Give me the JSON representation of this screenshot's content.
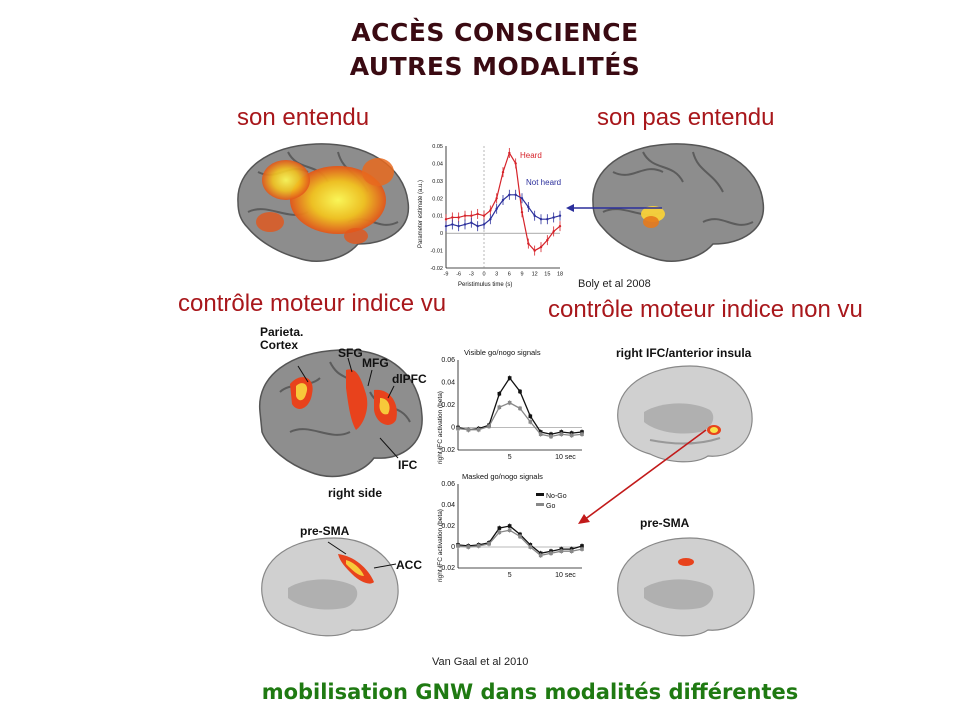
{
  "title": {
    "line1": "ACCÈS CONSCIENCE",
    "line2": "AUTRES MODALITÉS"
  },
  "captions": {
    "heard": "son entendu",
    "not_heard": "son pas entendu",
    "motor_seen": "contrôle moteur indice vu",
    "motor_unseen": "contrôle moteur indice non vu"
  },
  "citations": {
    "boly": "Boly et al 2008",
    "vangaal": "Van Gaal et al 2010"
  },
  "brain_labels": {
    "parietal": "Parieta. Cortex",
    "sfg": "SFG",
    "mfg": "MFG",
    "dlpfc": "dlPFC",
    "ifc": "IFC",
    "right_side": "right side",
    "pre_sma_left": "pre-SMA",
    "acc": "ACC",
    "right_ifc": "right IFC/anterior insula",
    "pre_sma_right": "pre-SMA"
  },
  "chart_top": {
    "ylabel": "Parameter estimate (a.u.)",
    "xlabel": "Peristimulus time (s)",
    "yticks": [
      "0.05",
      "0.04",
      "0.03",
      "0.02",
      "0.01",
      "0",
      "-0.01",
      "-0.02"
    ],
    "xticks": [
      "-9",
      "-6",
      "-3",
      "0",
      "3",
      "6",
      "9",
      "12",
      "15",
      "18"
    ],
    "legend_heard": "Heard",
    "legend_not_heard": "Not heard"
  },
  "chart_mid": {
    "title": "Visible go/nogo signals",
    "ylabel": "right IFC activation (beta)",
    "yticks": [
      "0.06",
      "0.04",
      "0.02",
      "0",
      "-0.02"
    ],
    "xticks": [
      "5",
      "10 sec"
    ]
  },
  "chart_bot": {
    "title": "Masked go/nogo signals",
    "ylabel": "right IFC activation (beta)",
    "yticks": [
      "0.06",
      "0.04",
      "0.02",
      "0",
      "-0.02"
    ],
    "xticks": [
      "5",
      "10 sec"
    ],
    "legend_nogo": "No-Go",
    "legend_go": "Go"
  },
  "footer": "mobilisation GNW dans modalités différentes",
  "chart_data": [
    {
      "type": "line",
      "xlabel": "Peristimulus time (s)",
      "ylabel": "Parameter estimate (a.u.)",
      "ylim": [
        -0.02,
        0.05
      ],
      "series": [
        {
          "name": "Heard",
          "color": "#d6232a",
          "x": [
            -9,
            -7.5,
            -6,
            -4.5,
            -3,
            -1.5,
            0,
            1.5,
            3,
            4.5,
            6,
            7.5,
            9,
            10.5,
            12,
            13.5,
            15,
            16.5,
            18
          ],
          "y": [
            0.008,
            0.009,
            0.009,
            0.01,
            0.01,
            0.011,
            0.01,
            0.013,
            0.02,
            0.035,
            0.046,
            0.04,
            0.012,
            -0.006,
            -0.01,
            -0.008,
            -0.004,
            0.001,
            0.004
          ]
        },
        {
          "name": "Not heard",
          "color": "#2b2f9c",
          "x": [
            -9,
            -7.5,
            -6,
            -4.5,
            -3,
            -1.5,
            0,
            1.5,
            3,
            4.5,
            6,
            7.5,
            9,
            10.5,
            12,
            13.5,
            15,
            16.5,
            18
          ],
          "y": [
            0.004,
            0.005,
            0.004,
            0.005,
            0.006,
            0.004,
            0.005,
            0.008,
            0.014,
            0.019,
            0.022,
            0.022,
            0.02,
            0.015,
            0.01,
            0.008,
            0.008,
            0.009,
            0.01
          ]
        }
      ]
    },
    {
      "type": "line",
      "title": "Visible go/nogo signals",
      "ylabel": "right IFC activation (beta)",
      "ylim": [
        -0.02,
        0.06
      ],
      "series": [
        {
          "color": "#111111",
          "x": [
            0,
            1,
            2,
            3,
            4,
            5,
            6,
            7,
            8,
            9,
            10,
            11,
            12
          ],
          "y": [
            0,
            -0.002,
            -0.001,
            0.002,
            0.03,
            0.044,
            0.032,
            0.01,
            -0.004,
            -0.006,
            -0.004,
            -0.005,
            -0.004
          ]
        },
        {
          "color": "#888888",
          "x": [
            0,
            1,
            2,
            3,
            4,
            5,
            6,
            7,
            8,
            9,
            10,
            11,
            12
          ],
          "y": [
            -0.001,
            -0.002,
            -0.002,
            0.001,
            0.018,
            0.022,
            0.017,
            0.005,
            -0.006,
            -0.008,
            -0.006,
            -0.007,
            -0.006
          ]
        }
      ]
    },
    {
      "type": "line",
      "title": "Masked go/nogo signals",
      "ylabel": "right IFC activation (beta)",
      "ylim": [
        -0.02,
        0.06
      ],
      "series": [
        {
          "name": "No-Go",
          "color": "#111111",
          "x": [
            0,
            1,
            2,
            3,
            4,
            5,
            6,
            7,
            8,
            9,
            10,
            11,
            12
          ],
          "y": [
            0.002,
            0.001,
            0.002,
            0.004,
            0.018,
            0.02,
            0.012,
            0.002,
            -0.006,
            -0.004,
            -0.002,
            -0.002,
            0.001
          ]
        },
        {
          "name": "Go",
          "color": "#888888",
          "x": [
            0,
            1,
            2,
            3,
            4,
            5,
            6,
            7,
            8,
            9,
            10,
            11,
            12
          ],
          "y": [
            0.001,
            0.0,
            0.001,
            0.003,
            0.014,
            0.016,
            0.01,
            0.0,
            -0.008,
            -0.006,
            -0.004,
            -0.004,
            -0.002
          ]
        }
      ]
    }
  ]
}
